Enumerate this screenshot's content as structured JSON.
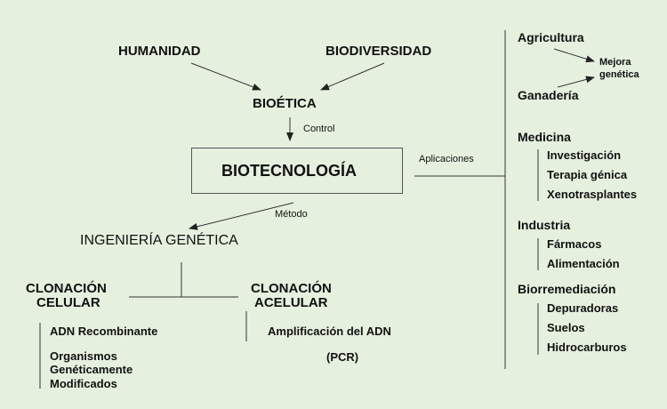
{
  "left": {
    "humanidad": "HUMANIDAD",
    "biodiversidad": "BIODIVERSIDAD",
    "bioetica": "BIOÉTICA",
    "control": "Control",
    "biotecnologia": "BIOTECNOLOGÍA",
    "aplicaciones": "Aplicaciones",
    "metodo": "Método",
    "ingenieria": "INGENIERÍA GENÉTICA",
    "clonacion_celular": [
      "CLONACIÓN",
      "CELULAR"
    ],
    "clonacion_acelular": [
      "CLONACIÓN",
      "ACELULAR"
    ],
    "celular_items": {
      "adn": "ADN Recombinante",
      "ogm": [
        "Organismos",
        "Genéticamente",
        "Modificados"
      ]
    },
    "acelular_items": {
      "amp": "Amplificación del ADN",
      "pcr": "(PCR)"
    }
  },
  "right": {
    "agricultura": "Agricultura",
    "mejora": [
      "Mejora",
      "genética"
    ],
    "ganaderia": "Ganadería",
    "medicina": "Medicina",
    "medicina_items": [
      "Investigación",
      "Terapia génica",
      "Xenotrasplantes"
    ],
    "industria": "Industria",
    "industria_items": [
      "Fármacos",
      "Alimentación"
    ],
    "biorremediacion": "Biorremediación",
    "bio_items": [
      "Depuradoras",
      "Suelos",
      "Hidrocarburos"
    ]
  }
}
